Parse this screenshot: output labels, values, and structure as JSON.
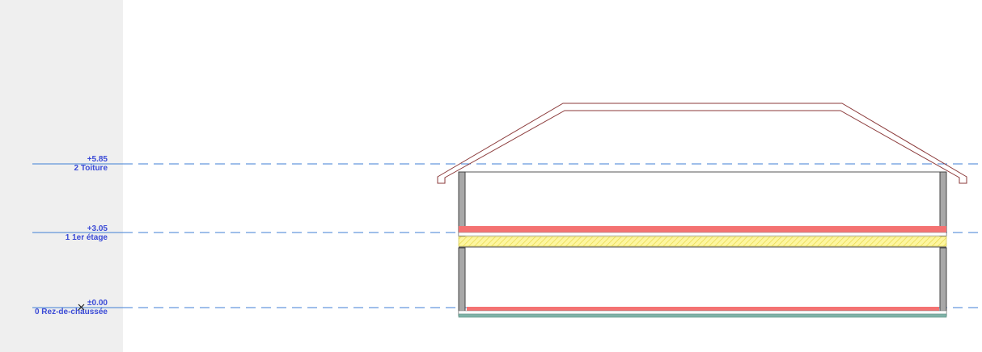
{
  "levels": [
    {
      "elevation": "+5.85",
      "name": "2 Toiture"
    },
    {
      "elevation": "+3.05",
      "name": "1 1er étage"
    },
    {
      "elevation": "±0.00",
      "name": "0 Rez-de-chaussée"
    }
  ],
  "colors": {
    "level_line": "#3f7fd6",
    "level_text": "#3a4ad6",
    "roof_outline": "#8b3a3a",
    "wall_fill": "#a8a8a8",
    "slab_red": "#f47272",
    "insulation_yellow": "#fdf6a0",
    "hatch_yellow": "#e8d84a",
    "foundation_teal": "#7fb3a8",
    "panel_bg": "#efefef"
  },
  "icons": {
    "origin_marker": "cross-marker-icon"
  }
}
